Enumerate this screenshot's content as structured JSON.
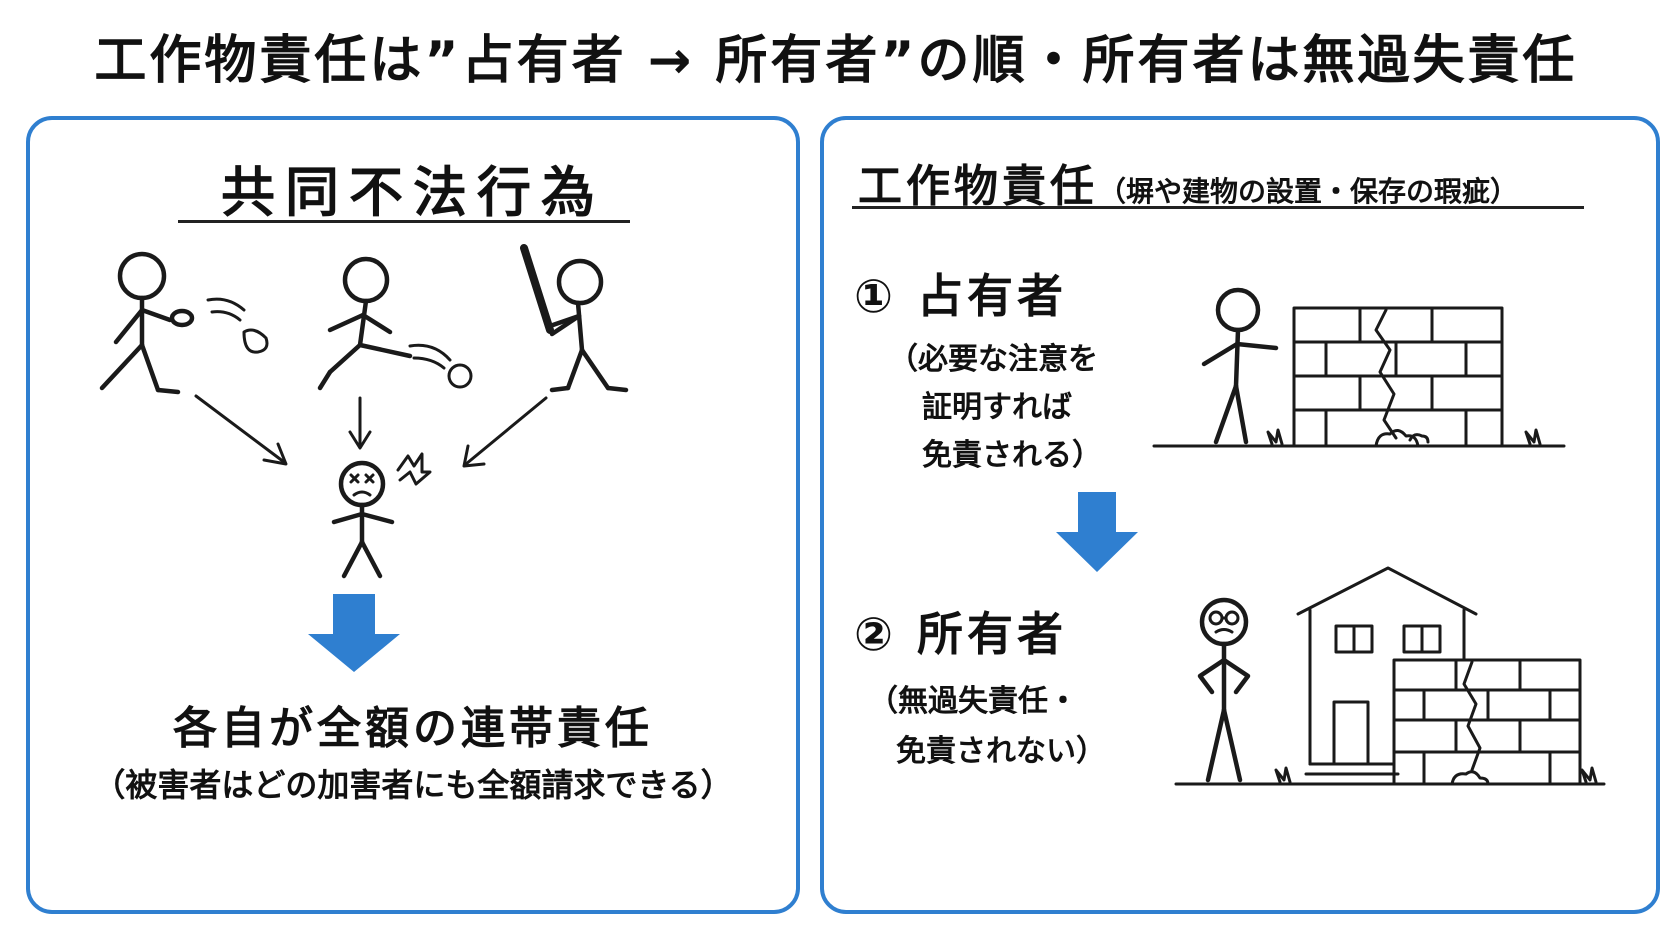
{
  "title": "工作物責任は”占有者 → 所有者”の順・所有者は無過失責任",
  "left": {
    "heading": "共同不法行為",
    "result_main": "各自が全額の連帯責任",
    "result_sub": "（被害者はどの加害者にも全額請求できる）"
  },
  "right": {
    "heading": "工作物責任",
    "heading_sub": "（塀や建物の設置・保存の瑕疵）",
    "step1": {
      "label": "① 占有者",
      "note_lines": [
        "（必要な注意を",
        "証明すれば",
        "免責される）"
      ]
    },
    "step2": {
      "label": "② 所有者",
      "note_lines": [
        "（無過失責任・",
        "免責されない）"
      ]
    }
  },
  "colors": {
    "accent": "#2f7fd0",
    "line": "#1a1a1a"
  }
}
